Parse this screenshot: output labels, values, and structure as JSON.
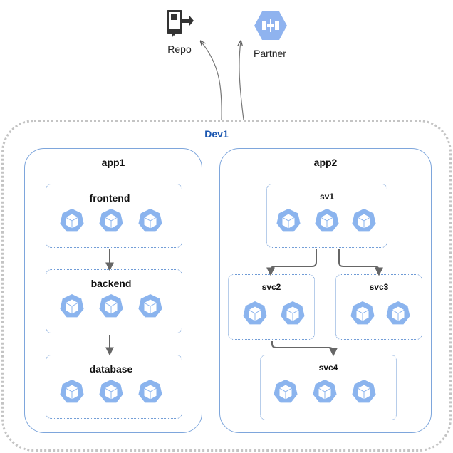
{
  "external": {
    "repo": {
      "label": "Repo",
      "icon": "repo-icon"
    },
    "partner": {
      "label": "Partner",
      "icon": "partner-icon"
    }
  },
  "environment": {
    "label": "Dev1"
  },
  "apps": [
    {
      "label": "app1",
      "services": [
        {
          "label": "frontend",
          "pods": 3
        },
        {
          "label": "backend",
          "pods": 3
        },
        {
          "label": "database",
          "pods": 3
        }
      ]
    },
    {
      "label": "app2",
      "services": [
        {
          "label": "sv1",
          "pods": 3
        },
        {
          "label": "svc2",
          "pods": 2
        },
        {
          "label": "svc3",
          "pods": 2
        },
        {
          "label": "svc4",
          "pods": 3
        }
      ]
    }
  ],
  "connections": [
    {
      "from": "frontend",
      "to": "backend"
    },
    {
      "from": "backend",
      "to": "database"
    },
    {
      "from": "sv1",
      "to": "svc2"
    },
    {
      "from": "sv1",
      "to": "svc3"
    },
    {
      "from": "svc2",
      "to": "svc4"
    },
    {
      "from": "Dev1",
      "to": "Repo"
    },
    {
      "from": "Dev1",
      "to": "Partner"
    }
  ],
  "colors": {
    "accent": "#1a56b0",
    "pod_fill": "#8bb4ee",
    "pod_face": "#ffffff",
    "app_border": "#7ea6dc",
    "svc_border": "#6f9bd6",
    "env_border": "#c4c4c4",
    "arrow": "#666666"
  }
}
